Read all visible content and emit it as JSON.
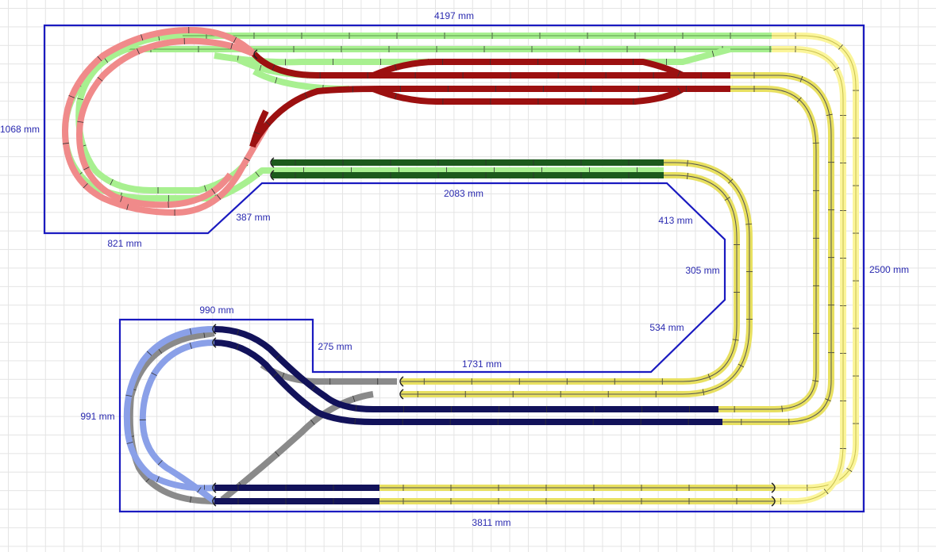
{
  "dimensions": {
    "top_width": "4197 mm",
    "left_height": "1068 mm",
    "bottom_left_upper": "821 mm",
    "diag_upper": "387 mm",
    "inner_top": "2083 mm",
    "diag_right_top": "413 mm",
    "right_inner": "305 mm",
    "diag_right_bottom": "534 mm",
    "right_height": "2500 mm",
    "lower_block_top": "990 mm",
    "lower_block_step": "275 mm",
    "inner_bottom": "1731 mm",
    "lower_block_left": "991 mm",
    "bottom_width": "3811 mm"
  },
  "colors": {
    "wall": "#1a1ac0",
    "light_green": "#a8f090",
    "pink": "#f08a8a",
    "dark_red": "#9c1010",
    "dark_green": "#1c5a1c",
    "yellow": "#e8e060",
    "light_yellow": "#fbf59a",
    "light_blue": "#8aa0e8",
    "navy": "#12125a",
    "gray": "#8a8a8a"
  }
}
